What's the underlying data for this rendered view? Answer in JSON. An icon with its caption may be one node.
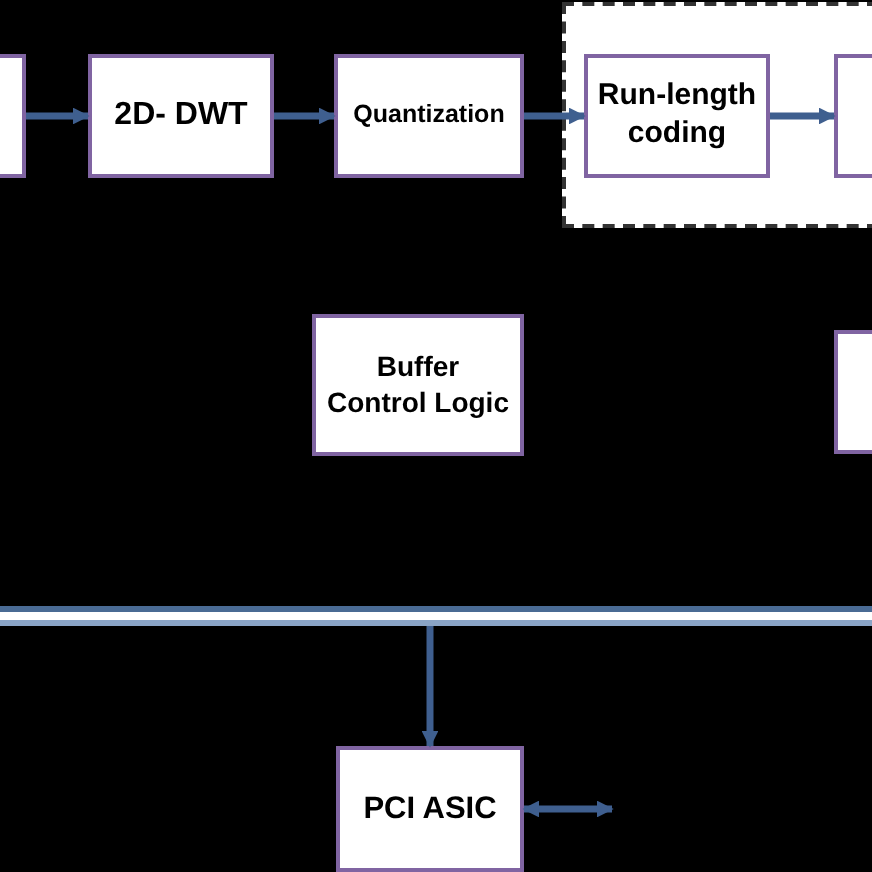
{
  "diagram": {
    "nodes": [
      {
        "text": [],
        "shape": "box"
      },
      {
        "text": [
          "2D- DWT"
        ]
      },
      {
        "text": [
          "Quantization"
        ]
      },
      {
        "text": [],
        "shape": "box"
      },
      {
        "text": [
          "Run-length coding"
        ],
        "in": 3
      },
      {
        "text": [],
        "shape": "box",
        "in": 3
      },
      {
        "text": [
          "Buffer Control Logic"
        ]
      },
      {
        "text": [],
        "shape": "box"
      },
      {
        "text": [],
        "shape": "bar"
      },
      {
        "text": [
          "PCI ASIC"
        ]
      }
    ],
    "edges": [
      {
        "from": 0,
        "to": 1,
        "arrow": "to"
      },
      {
        "from": 1,
        "to": 2,
        "arrow": "to"
      },
      {
        "from": 2,
        "to": 4,
        "arrow": "to"
      },
      {
        "from": 4,
        "to": 5,
        "arrow": "to"
      },
      {
        "from": 8,
        "to": 9,
        "arrow": "to"
      },
      {
        "from": 9,
        "to": null,
        "arrow": "both"
      }
    ]
  }
}
